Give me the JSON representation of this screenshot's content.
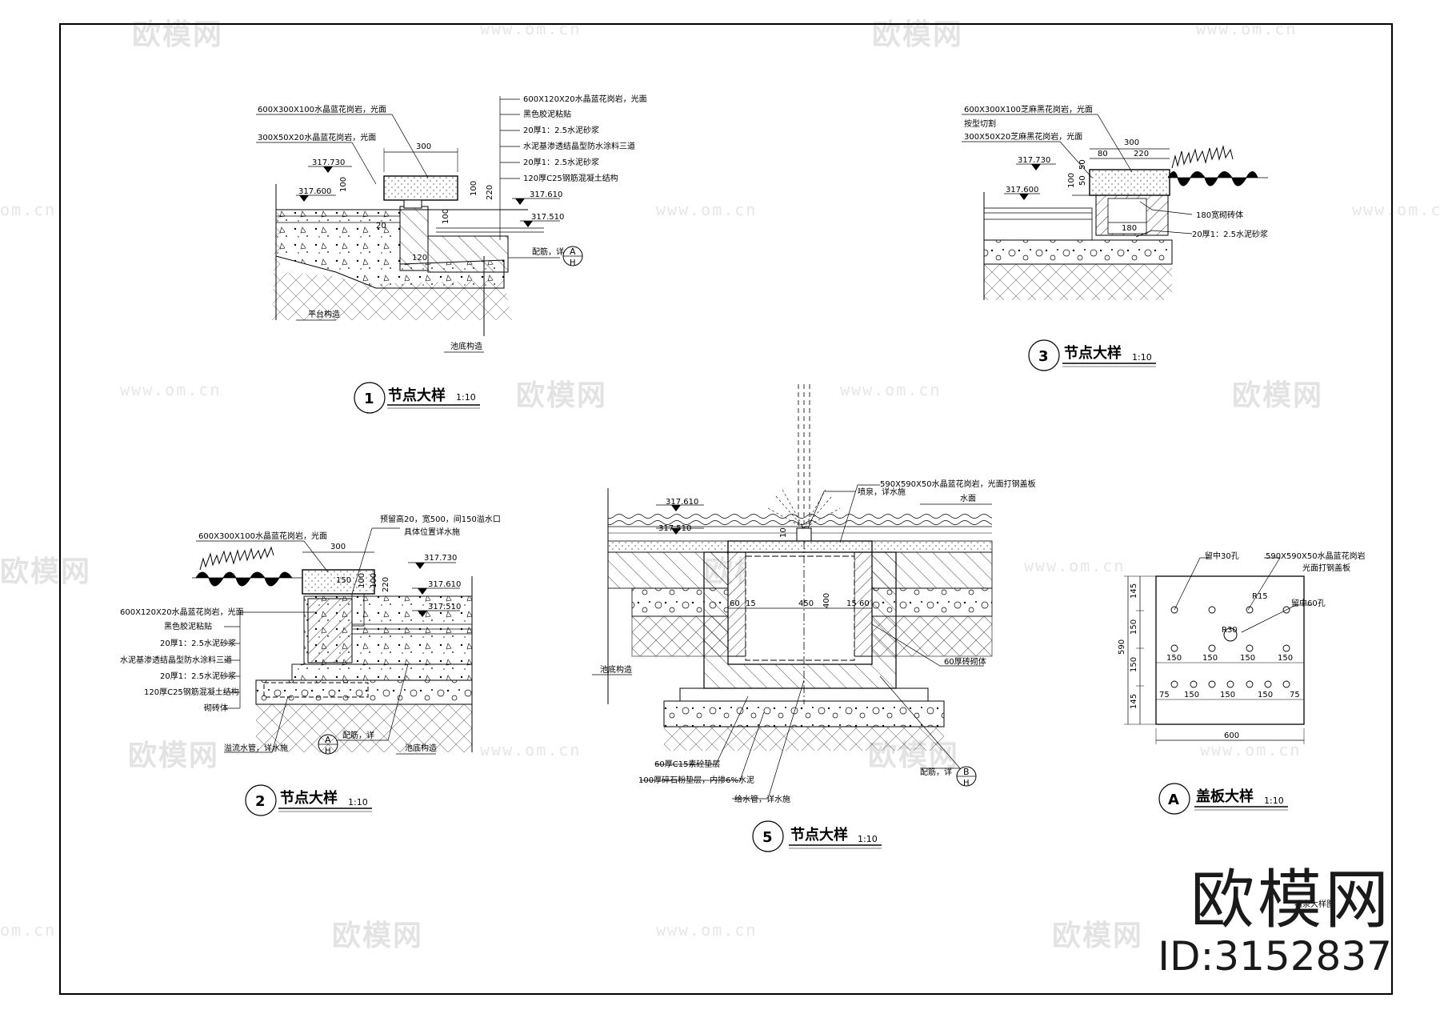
{
  "watermarks": {
    "brand": "欧模网",
    "url": "www.om.cn",
    "url_short": "om.cn"
  },
  "brand_block": {
    "name": "欧模网",
    "id": "ID:3152837"
  },
  "detail1": {
    "title": "节点大样",
    "number": "1",
    "scale": "1:10",
    "labels": [
      "600X300X100水晶蓝花岗岩，光面",
      "300X50X20水晶蓝花岗岩，光面",
      "600X120X20水晶蓝花岗岩，光面",
      "黑色胶泥粘贴",
      "20厚1：2.5水泥砂浆",
      "水泥基渗透结晶型防水涂料三道",
      "20厚1：2.5水泥砂浆",
      "120厚C25钢筋混凝土结构",
      "配筋，详",
      "平台构造",
      "池底构造"
    ],
    "levels": [
      "317.730",
      "317.600",
      "317.610",
      "317.510"
    ],
    "dims": [
      "300",
      "100",
      "100",
      "220",
      "20",
      "100",
      "120"
    ],
    "ref": "A",
    "ref_sheet": "H"
  },
  "detail2": {
    "title": "节点大样",
    "number": "2",
    "scale": "1:10",
    "labels": [
      "600X300X100水晶蓝花岗岩，光面",
      "预留高20，宽500，间150溢水口",
      "具体位置详水施",
      "600X120X20水晶蓝花岗岩，光面",
      "黑色胶泥粘贴",
      "20厚1：2.5水泥砂浆",
      "水泥基渗透结晶型防水涂料三道",
      "20厚1：2.5水泥砂浆",
      "120厚C25钢筋混凝土结构",
      "砌砖体",
      "溢流水管，详水施",
      "配筋，详",
      "池底构造"
    ],
    "levels": [
      "317.730",
      "317.610",
      "317.510"
    ],
    "dims": [
      "300",
      "150",
      "100",
      "100",
      "220"
    ],
    "ref": "A",
    "ref_sheet": "H"
  },
  "detail3": {
    "title": "节点大样",
    "number": "3",
    "scale": "1:10",
    "labels": [
      "600X300X100芝麻黑花岗岩，光面",
      "按型切割",
      "300X50X20芝麻黑花岗岩，光面",
      "180宽砌砖体",
      "20厚1：2.5水泥砂浆"
    ],
    "levels": [
      "317.730",
      "317.600"
    ],
    "dims": [
      "300",
      "80",
      "220",
      "100",
      "50",
      "50",
      "180"
    ]
  },
  "detail5": {
    "title": "节点大样",
    "number": "5",
    "scale": "1:10",
    "labels": [
      "喷泉，详水施",
      "590X590X50水晶蓝花岗岩，光面打钢盖板",
      "水面",
      "60厚砖砌体",
      "池底构造",
      "60厚C15素砼垫层",
      "100厚碎石粉垫层，内掺6%水泥",
      "给水管，详水施",
      "配筋，详"
    ],
    "levels": [
      "317.610",
      "317.510"
    ],
    "dims": [
      "60",
      "15",
      "450",
      "15",
      "60",
      "400",
      "10"
    ],
    "ref": "B",
    "ref_sheet": "H"
  },
  "detailA": {
    "title": "盖板大样",
    "number": "A",
    "scale": "1:10",
    "labels": [
      "留中30孔",
      "590X590X50水晶蓝花岗岩",
      "光面打钢盖板",
      "留中60孔"
    ],
    "radii": [
      "R15",
      "R30"
    ],
    "dims_v": [
      "145",
      "150",
      "150",
      "145",
      "590"
    ],
    "dims_h1": [
      "150",
      "150",
      "150",
      "150"
    ],
    "dims_h2": [
      "75",
      "150",
      "150",
      "150",
      "75"
    ],
    "width": "600"
  },
  "sheet_note": "喷泉大样图"
}
